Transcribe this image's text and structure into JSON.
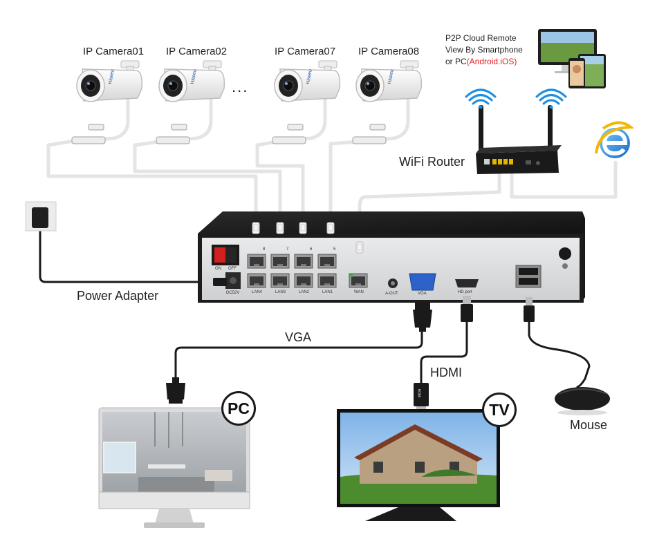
{
  "cameras": [
    {
      "label": "IP Camera01",
      "brand": "Hiseeu"
    },
    {
      "label": "IP Camera02",
      "brand": "Hiseeu"
    },
    {
      "label": "IP Camera07",
      "brand": "Hiseeu"
    },
    {
      "label": "IP Camera08",
      "brand": "Hiseeu"
    }
  ],
  "ellipsis": "...",
  "p2p": {
    "line1": "P2P Cloud Remote",
    "line2": "View By Smartphone",
    "line3_prefix": "or PC",
    "line3_highlight": "(Android.iOS)",
    "highlight_color": "#e32020"
  },
  "router": {
    "label": "WiFi Router"
  },
  "power": {
    "label": "Power Adapter"
  },
  "nvr": {
    "switch_on": "ON",
    "switch_off": "OFF",
    "dc_label": "DC52V",
    "port_numbers": [
      "8",
      "7",
      "6",
      "5"
    ],
    "lan_labels": [
      "LAN4",
      "LAN3",
      "LAN2",
      "LAN1"
    ],
    "wan_label": "WAN",
    "aout_label": "A-OUT",
    "vga_label": "VGA",
    "hd_label": "HD port"
  },
  "connections": {
    "vga_label": "VGA",
    "hdmi_label": "HDMI",
    "hdmi_plug_text": "HDMI"
  },
  "devices": {
    "pc_badge": "PC",
    "tv_badge": "TV",
    "mouse_label": "Mouse"
  },
  "icons": [
    "camera-icon",
    "wifi-icon",
    "router-icon",
    "internet-explorer-icon",
    "wall-outlet-icon",
    "monitor-icon",
    "tv-icon",
    "mouse-icon",
    "rj45-plug-icon",
    "vga-plug-icon",
    "hdmi-plug-icon",
    "usb-plug-icon"
  ],
  "colors": {
    "nvr_top": "#1c1c1c",
    "nvr_front": "#d9dadb",
    "cable": "#e2e2e2",
    "cable_dark": "#1a1a1a",
    "router_body": "#1a1a1a"
  }
}
